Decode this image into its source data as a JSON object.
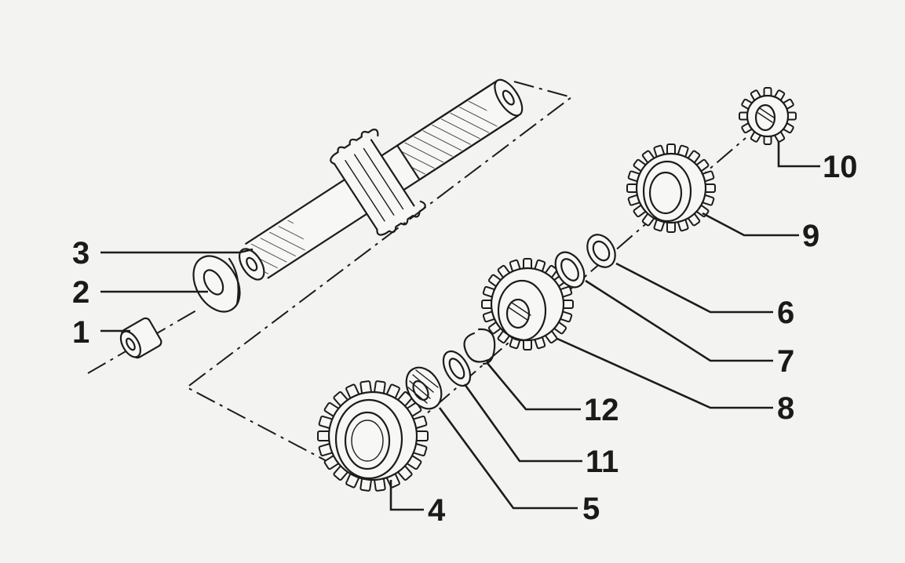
{
  "diagram": {
    "callouts": [
      {
        "number": "1"
      },
      {
        "number": "2"
      },
      {
        "number": "3"
      },
      {
        "number": "4"
      },
      {
        "number": "5"
      },
      {
        "number": "6"
      },
      {
        "number": "7"
      },
      {
        "number": "8"
      },
      {
        "number": "9"
      },
      {
        "number": "10"
      },
      {
        "number": "11"
      },
      {
        "number": "12"
      }
    ]
  }
}
